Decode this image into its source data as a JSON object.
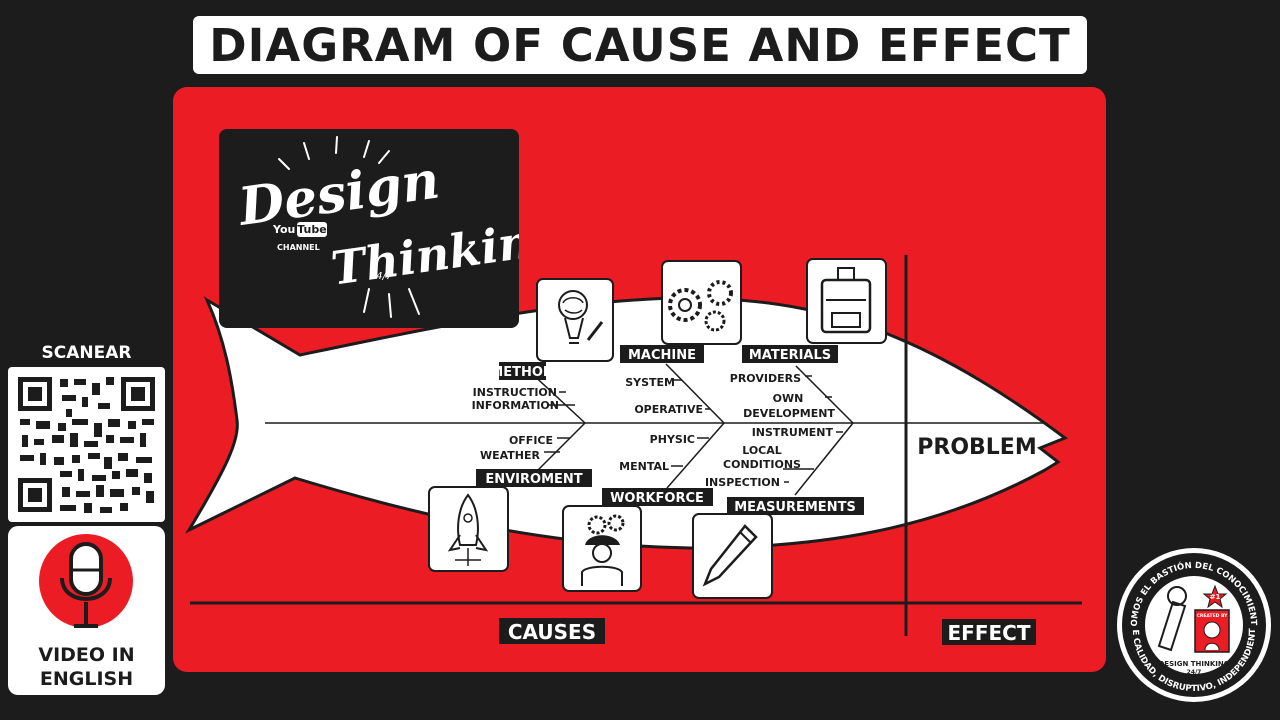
{
  "header": {
    "title": "DIAGRAM OF CAUSE AND EFFECT"
  },
  "channel": {
    "word1": "Design",
    "word2": "Thinking",
    "youtube_you": "You",
    "youtube_tube": "Tube",
    "channel_label": "CHANNEL",
    "tag": "24/7"
  },
  "qr": {
    "title": "SCANEAR"
  },
  "video": {
    "line1": "VIDEO IN",
    "line2": "ENGLISH"
  },
  "diagram": {
    "head_label": "PROBLEM",
    "causes_label": "CAUSES",
    "effect_label": "EFFECT",
    "categories": [
      {
        "name": "METHOD",
        "icon": "brain-bulb-icon"
      },
      {
        "name": "MACHINE",
        "icon": "gears-icon"
      },
      {
        "name": "MATERIALS",
        "icon": "backpack-icon"
      },
      {
        "name": "ENVIROMENT",
        "icon": "rocket-icon"
      },
      {
        "name": "WORKFORCE",
        "icon": "worker-icon"
      },
      {
        "name": "MEASUREMENTS",
        "icon": "pencil-icon"
      }
    ],
    "items": {
      "instruction": "INSTRUCTION",
      "information": "INFORMATION",
      "system": "SYSTEM",
      "operative": "OPERATIVE",
      "providers": "PROVIDERS",
      "own": "OWN",
      "development": "DEVELOPMENT",
      "office": "OFFICE",
      "weather": "WEATHER",
      "physic": "PHYSIC",
      "mental": "MENTAL",
      "instrument": "INSTRUMENT",
      "local": "LOCAL",
      "conditions": "CONDITIONS",
      "inspection": "INSPECTION"
    }
  },
  "seal": {
    "top_text": "SOMOS EL BASTIÓN DEL CONOCIMIENTO",
    "bottom_text": "DE CALIDAD, DISRUPTIVO, INDEPENDIENTE",
    "brand_line1": "DESIGN THINKING",
    "brand_line2": "24/7",
    "created_by": "CREATED BY",
    "badge": "#1"
  }
}
